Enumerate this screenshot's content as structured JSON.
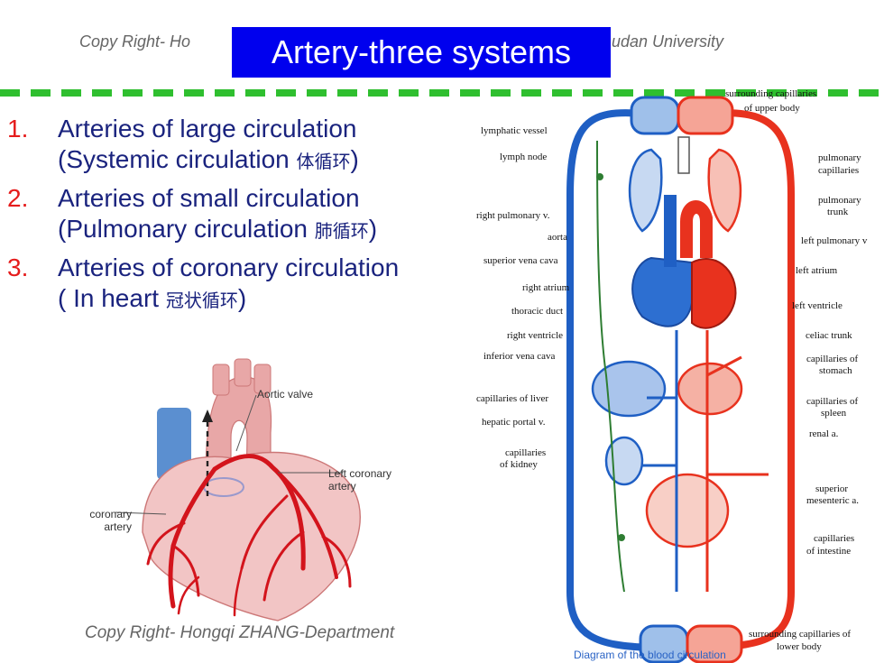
{
  "copyright_top": {
    "left": "Copy Right- Ho",
    "right": "udan University"
  },
  "title": "Artery-three systems",
  "points": [
    {
      "num": "1.",
      "line1": "Arteries of large circulation",
      "line2": "(Systemic circulation ",
      "cjk": "体循环",
      "tail": ")"
    },
    {
      "num": "2.",
      "line1": "Arteries of small circulation",
      "line2": "(Pulmonary circulation ",
      "cjk": "肺循环",
      "tail": ")"
    },
    {
      "num": "3.",
      "line1": "Arteries of coronary circulation",
      "line2": "( In heart ",
      "cjk": "冠状循环",
      "tail": ")"
    }
  ],
  "heart_labels": {
    "aortic_valve": "Aortic valve",
    "left_coronary_line1": "Left coronary",
    "left_coronary_line2": "artery",
    "coronary_line1": "coronary",
    "coronary_line2": "artery"
  },
  "circ_labels": {
    "upper_body_1": "surrounding capillaries",
    "upper_body_2": "of upper body",
    "lymphatic_vessel": "lymphatic vessel",
    "pulmonary_capillaries_1": "pulmonary",
    "pulmonary_capillaries_2": "capillaries",
    "lymph_node": "lymph node",
    "pulmonary_trunk_1": "pulmonary",
    "pulmonary_trunk_2": "trunk",
    "right_pulmonary_v": "right pulmonary v.",
    "aorta": "aorta",
    "left_pulmonary_v": "left pulmonary v",
    "superior_vena_cava": "superior vena cava",
    "left_atrium": "left atrium",
    "right_atrium": "right atrium",
    "thoracic_duct": "thoracic duct",
    "left_ventricle": "left ventricle",
    "right_ventricle": "right ventricle",
    "celiac_trunk": "celiac trunk",
    "inferior_vena_cava": "inferior vena cava",
    "capillaries_stomach_1": "capillaries of",
    "capillaries_stomach_2": "stomach",
    "capillaries_liver": "capillaries of liver",
    "capillaries_spleen_1": "capillaries of",
    "capillaries_spleen_2": "spleen",
    "hepatic_portal_v": "hepatic portal v.",
    "renal_a": "renal a.",
    "capillaries_kidney_1": "capillaries",
    "capillaries_kidney_2": "of kidney",
    "superior_mesenteric_1": "superior",
    "superior_mesenteric_2": "mesenteric a.",
    "capillaries_intestine_1": "capillaries",
    "capillaries_intestine_2": "of intestine",
    "lower_body_1": "surrounding capillaries of",
    "lower_body_2": "lower body"
  },
  "caption": "Diagram of the blood circulation",
  "copyright_bottom": "Copy Right- Hongqi ZHANG-Department",
  "colors": {
    "title_bg": "#0000ee",
    "divider": "#2fbf2f",
    "number": "#e51c1c",
    "text": "#1a237e",
    "artery": "#e8321e",
    "vein": "#1f5fc4",
    "lymph": "#2e7d32"
  }
}
